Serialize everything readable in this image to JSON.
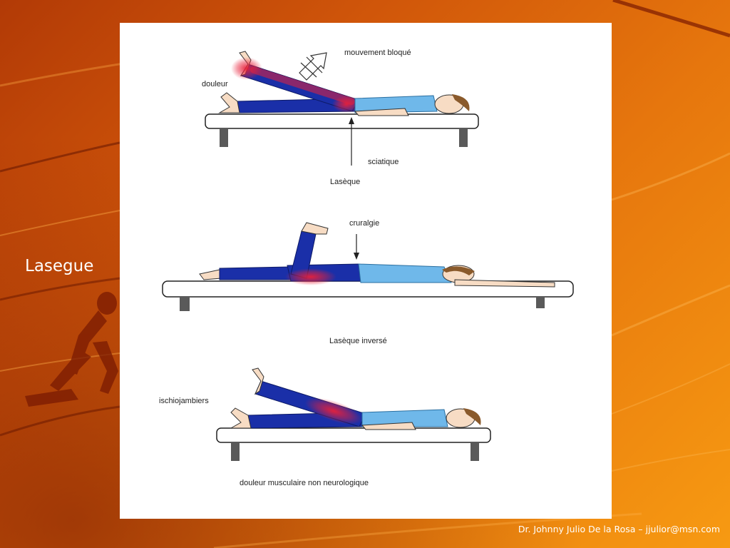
{
  "slide": {
    "title": "Lasegue",
    "footer": "Dr. Johnny Julio De la Rosa – jjulior@msn.com"
  },
  "figures": {
    "lasegue": {
      "caption": "Lasèque",
      "label_blocked": "mouvement bloqué",
      "label_pain": "douleur",
      "label_nerve": "sciatique"
    },
    "reverse": {
      "caption": "Lasèque inversé",
      "label_nerve": "cruralgie"
    },
    "hamstring": {
      "caption": "douleur musculaire non neurologique",
      "label_muscle": "ischiojambiers"
    }
  },
  "colors": {
    "pants": "#1a2fa8",
    "shirt": "#6fb8ea",
    "skin": "#f7dcc4",
    "hair": "#8a5a2b",
    "pain": "#e8203a",
    "table": "#ffffff",
    "table_leg": "#5a5a5a"
  }
}
